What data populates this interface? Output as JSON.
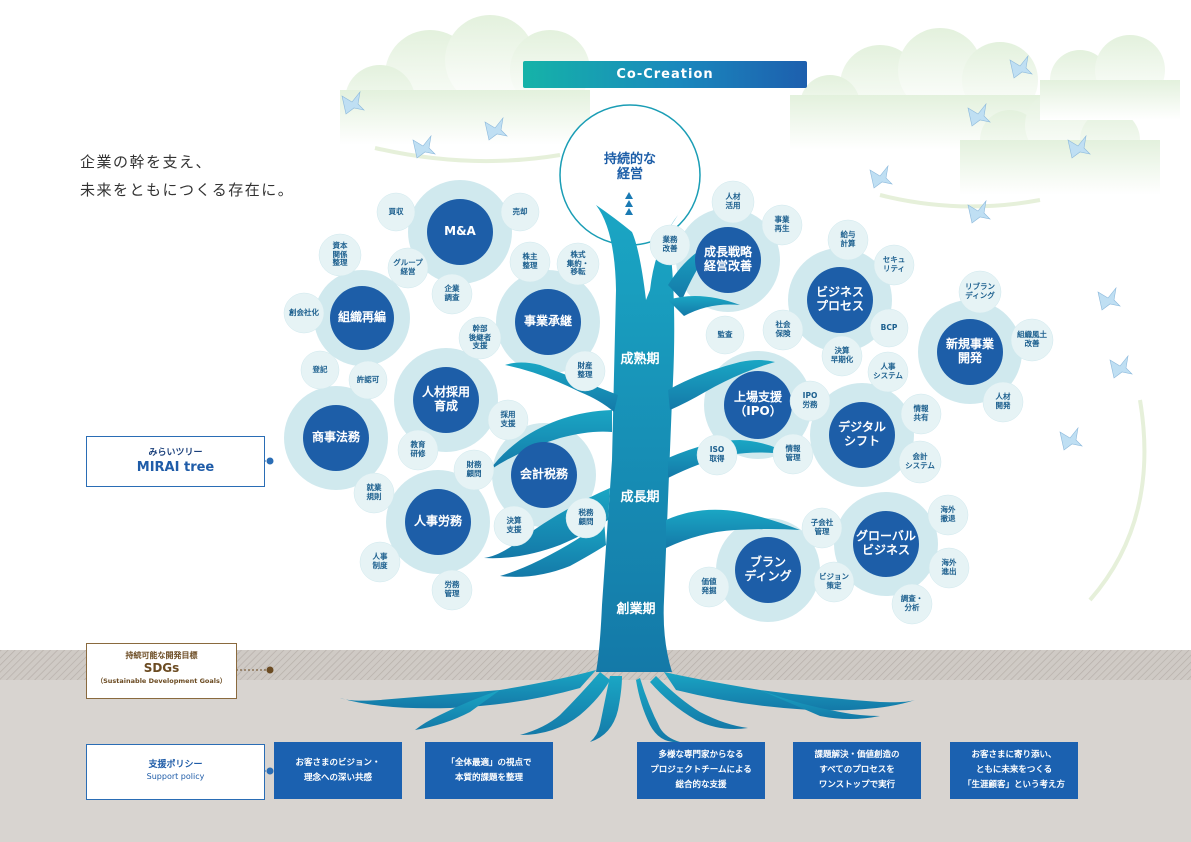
{
  "header": {
    "co_creation": "Co-Creation"
  },
  "tagline": {
    "line1": "企業の幹を支え、",
    "line2": "未来をともにつくる存在に。"
  },
  "top_goal": "持続的な\n経営",
  "stages": {
    "mature": "成熟期",
    "growth": "成長期",
    "startup": "創業期"
  },
  "clusters": [
    {
      "main": "M&A",
      "items": [
        "買収",
        "売却",
        "グループ\n経営",
        "企業\n調査"
      ]
    },
    {
      "main": "組織再編",
      "items": [
        "資本\n関係\n整理",
        "創会社化"
      ]
    },
    {
      "main": "事業承継",
      "items": [
        "株主\n整理",
        "株式\n集約・\n移転",
        "幹部\n後継者\n支援",
        "財産\n整理"
      ]
    },
    {
      "main": "人材採用\n育成",
      "items": [
        "登記",
        "許認可",
        "教育\n研修",
        "採用\n支援"
      ]
    },
    {
      "main": "商事法務",
      "items": []
    },
    {
      "main": "会計税務",
      "items": [
        "財務\n顧問",
        "決算\n支援",
        "税務\n顧問"
      ]
    },
    {
      "main": "人事労務",
      "items": [
        "就業\n規則",
        "人事\n制度",
        "労務\n管理"
      ]
    },
    {
      "main": "成長戦略\n経営改善",
      "items": [
        "業務\n改善",
        "人材\n活用",
        "事業\n再生"
      ]
    },
    {
      "main": "ビジネス\nプロセス",
      "items": [
        "給与\n計算",
        "セキュ\nリティ",
        "社会\n保険",
        "BCP",
        "監査"
      ]
    },
    {
      "main": "新規事業\n開発",
      "items": [
        "リブラン\nディング",
        "組織風土\n改善",
        "人材\n開発"
      ]
    },
    {
      "main": "上場支援\n（IPO）",
      "items": [
        "IPO\n労務",
        "ISO\n取得",
        "情報\n管理"
      ]
    },
    {
      "main": "デジタル\nシフト",
      "items": [
        "決算\n早期化",
        "人事\nシステム",
        "情報\n共有",
        "会計\nシステム"
      ]
    },
    {
      "main": "ブラン\nディング",
      "items": [
        "価値\n発掘",
        "子会社\n管理",
        "ビジョン\n策定"
      ]
    },
    {
      "main": "グローバル\nビジネス",
      "items": [
        "海外\n撤退",
        "海外\n進出",
        "調査・\n分析"
      ]
    }
  ],
  "side_labels": {
    "mirai_small": "みらいツリー",
    "mirai_big": "MIRAI tree",
    "sdgs_small": "持続可能な開発目標",
    "sdgs_big": "SDGs",
    "sdgs_sub": "（Sustainable Development Goals）",
    "policy_small": "支援ポリシー",
    "policy_big": "Support policy"
  },
  "policies": [
    "お客さまのビジョン・\n理念への深い共感",
    "「全体最適」の視点で\n本質的課題を整理",
    "多様な専門家からなる\nプロジェクトチームによる\n総合的な支援",
    "課題解決・価値創造の\nすべてのプロセスを\nワンストップで実行",
    "お客さまに寄り添い、\nともに未来をつくる\n「生涯顧客」という考え方"
  ],
  "colors": {
    "main_circle": "#1d5ea8",
    "halo": "#cde8ec",
    "small_circle": "#e6f3f5",
    "trunk": "#1895b9",
    "ground": "#d8d4d0",
    "policy_box": "#1b61b0"
  }
}
